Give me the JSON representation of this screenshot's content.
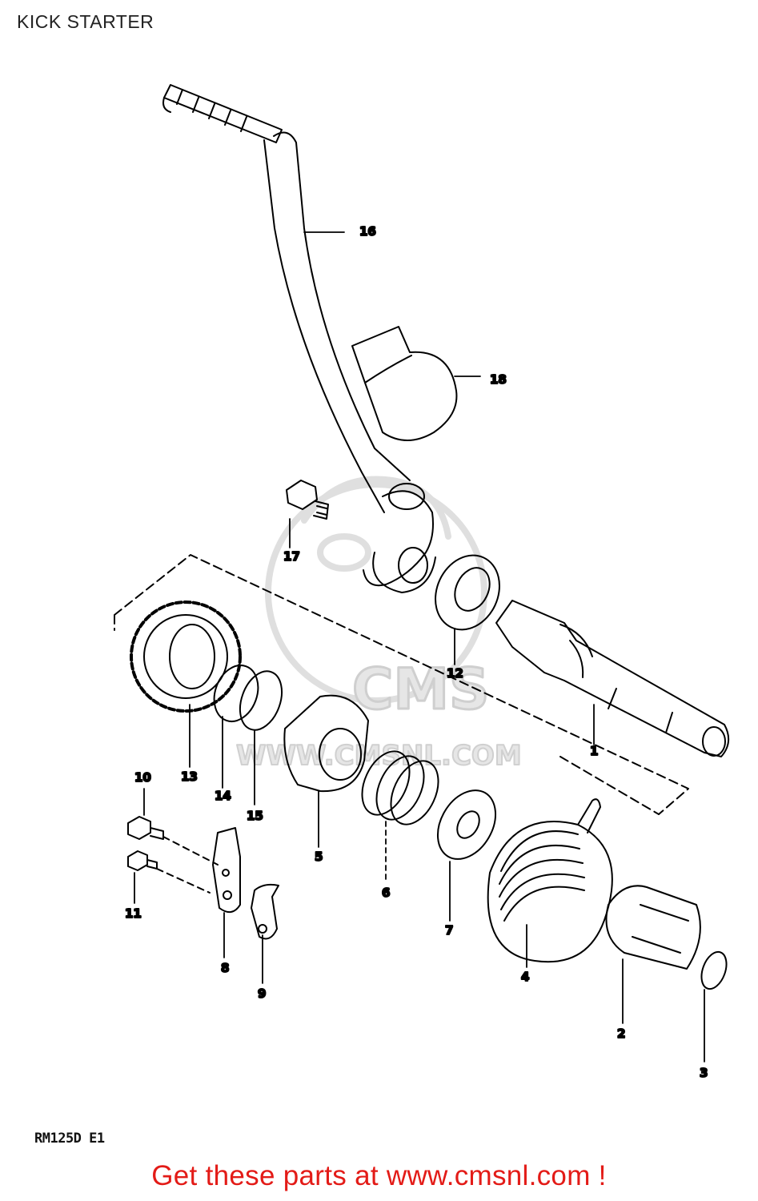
{
  "title": "KICK STARTER",
  "model_code": "RM125D E1",
  "promo_text": "Get these parts at www.cmsnl.com !",
  "watermark": {
    "brand": "CMS",
    "url": "WWW.CMSNL.COM"
  },
  "colors": {
    "ink": "#000000",
    "promo": "#e31b17",
    "watermark": "#d9d9d9"
  },
  "callouts": [
    {
      "number": "1",
      "part": "shaft"
    },
    {
      "number": "2",
      "part": "spring-guide"
    },
    {
      "number": "3",
      "part": "circlip"
    },
    {
      "number": "4",
      "part": "return-spring"
    },
    {
      "number": "5",
      "part": "ratchet"
    },
    {
      "number": "6",
      "part": "spring"
    },
    {
      "number": "7",
      "part": "washer"
    },
    {
      "number": "8",
      "part": "guide-plate"
    },
    {
      "number": "9",
      "part": "stopper-plate"
    },
    {
      "number": "10",
      "part": "bolt"
    },
    {
      "number": "11",
      "part": "bolt"
    },
    {
      "number": "12",
      "part": "oil-seal"
    },
    {
      "number": "13",
      "part": "kick-gear"
    },
    {
      "number": "14",
      "part": "washer"
    },
    {
      "number": "15",
      "part": "circlip"
    },
    {
      "number": "16",
      "part": "kick-lever"
    },
    {
      "number": "17",
      "part": "lever-bolt"
    },
    {
      "number": "18",
      "part": "boot"
    }
  ]
}
